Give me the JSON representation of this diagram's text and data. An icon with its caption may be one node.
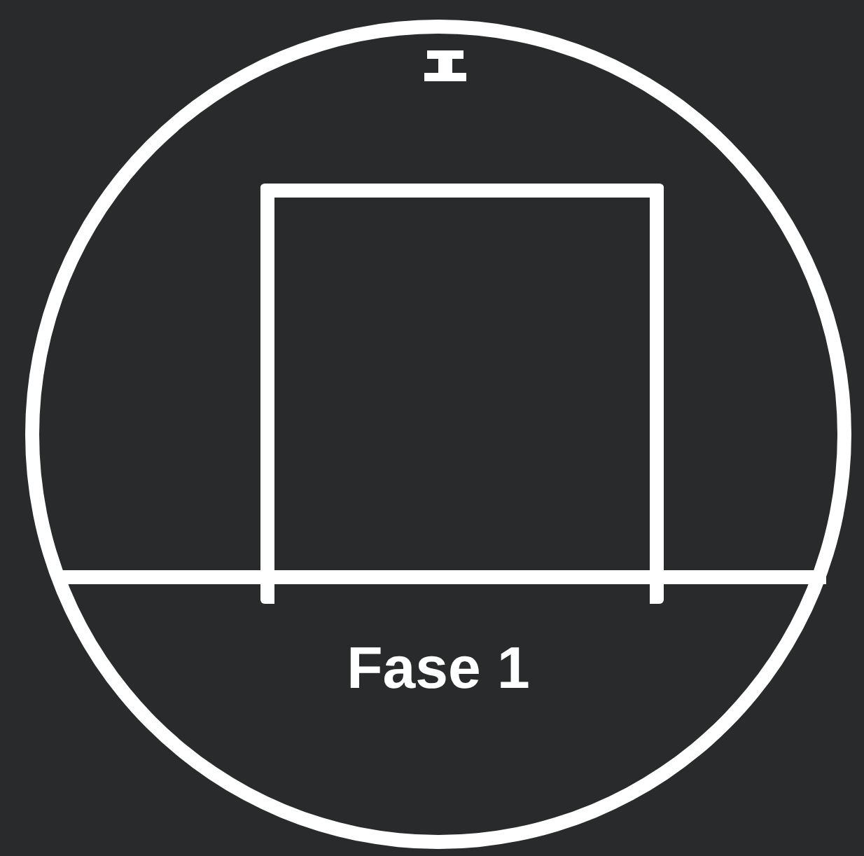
{
  "diagram": {
    "nodes": [
      {
        "text": [
          "Fase 1"
        ]
      },
      {
        "text": [],
        "shape": "box",
        "in": 0
      }
    ]
  }
}
